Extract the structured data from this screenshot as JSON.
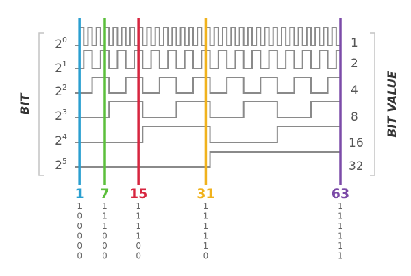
{
  "axis_labels": {
    "left": "BIT",
    "right": "BIT VALUE"
  },
  "bit_labels": [
    {
      "base": "2",
      "exp": "0"
    },
    {
      "base": "2",
      "exp": "1"
    },
    {
      "base": "2",
      "exp": "2"
    },
    {
      "base": "2",
      "exp": "3"
    },
    {
      "base": "2",
      "exp": "4"
    },
    {
      "base": "2",
      "exp": "5"
    }
  ],
  "bit_values": [
    "1",
    "2",
    "4",
    "8",
    "16",
    "32"
  ],
  "markers": [
    {
      "value": 1,
      "label": "1",
      "color": "#2a9fd0",
      "bits": [
        "1",
        "0",
        "0",
        "0",
        "0",
        "0"
      ]
    },
    {
      "value": 7,
      "label": "7",
      "color": "#5cbf3c",
      "bits": [
        "1",
        "1",
        "1",
        "0",
        "0",
        "0"
      ]
    },
    {
      "value": 15,
      "label": "15",
      "color": "#d7253f",
      "bits": [
        "1",
        "1",
        "1",
        "1",
        "0",
        "0"
      ]
    },
    {
      "value": 31,
      "label": "31",
      "color": "#f0b21d",
      "bits": [
        "1",
        "1",
        "1",
        "1",
        "1",
        "0"
      ]
    },
    {
      "value": 63,
      "label": "63",
      "color": "#7c4ba8",
      "bits": [
        "1",
        "1",
        "1",
        "1",
        "1",
        "1"
      ]
    }
  ],
  "waveform_color": "#8a8a8a",
  "bracket_color": "#c4c4c4"
}
